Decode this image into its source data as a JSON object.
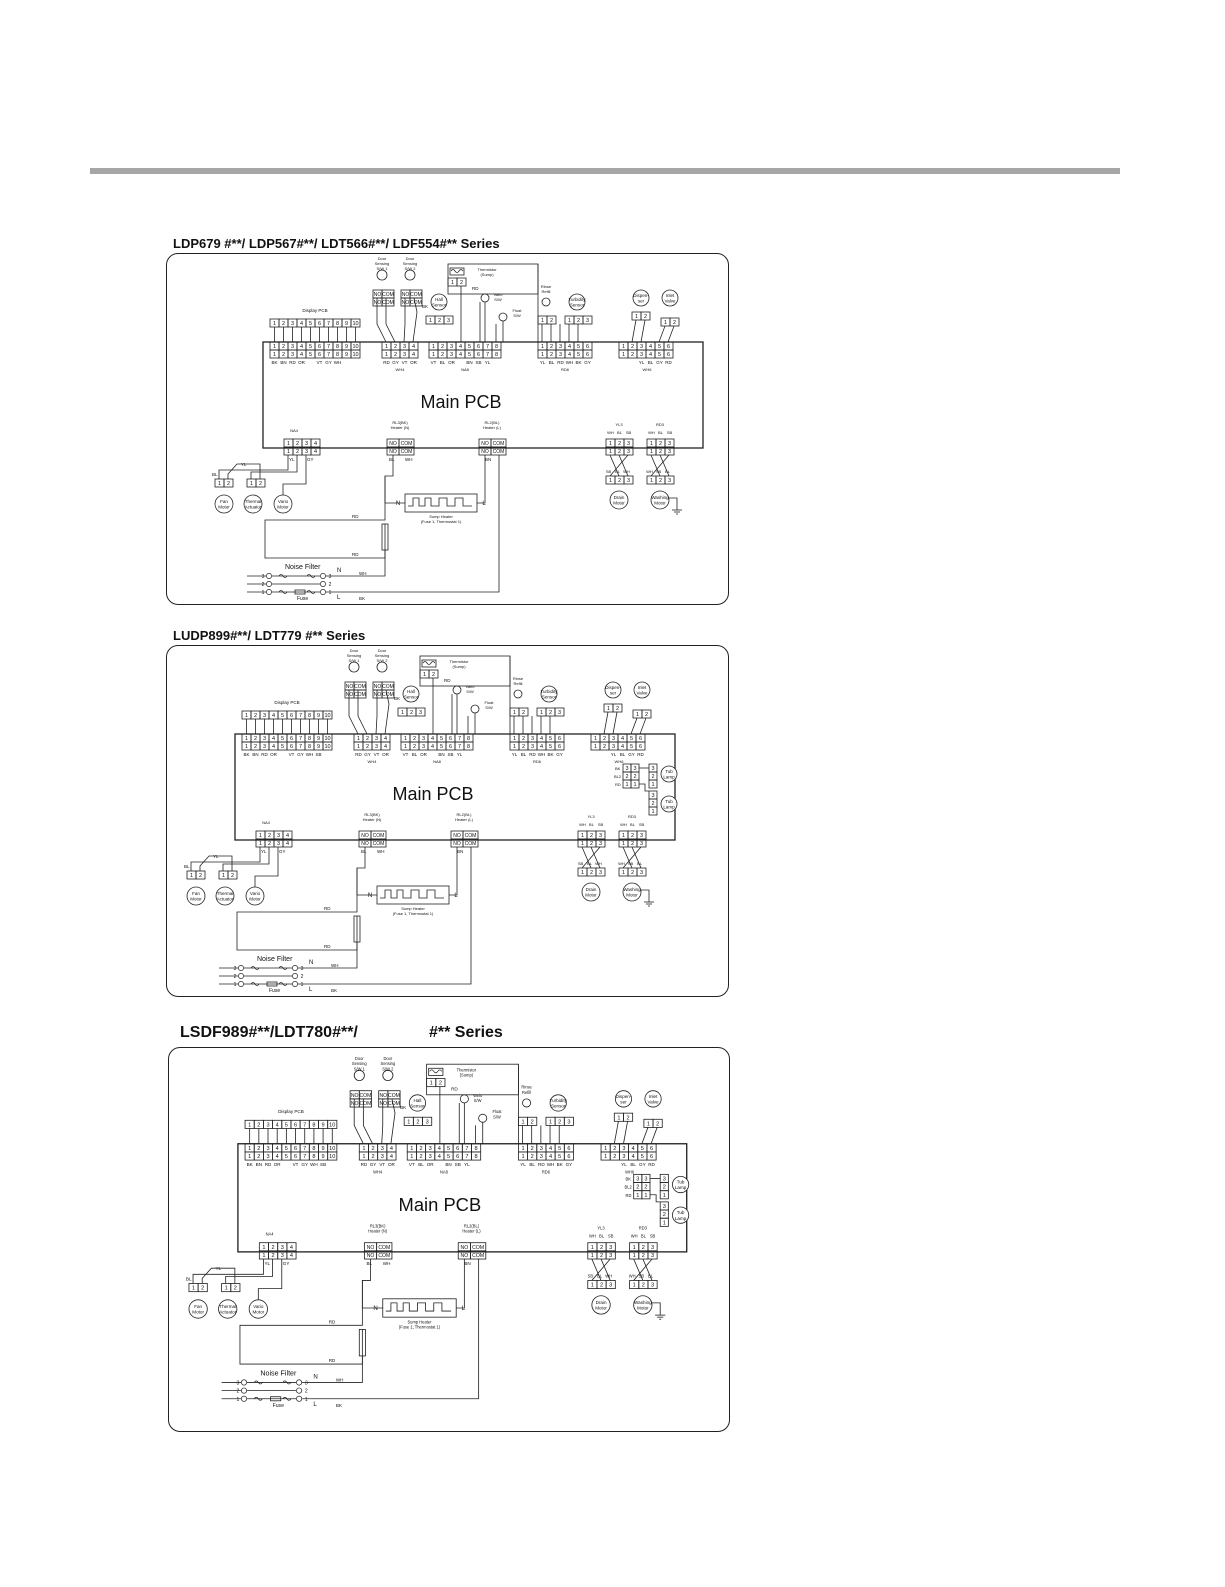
{
  "titles": [
    "LDP679 #**/ LDP567#**/ LDT566#**/ LDF554#** Series",
    "LUDP899#**/ LDT779 #** Series",
    "LSDF989#**/LDT780#**/                #** Series"
  ],
  "diagram": {
    "main_pcb": "Main PCB",
    "display_pcb": "Display PCB",
    "door_sw1": [
      "Door",
      "Sensing",
      "S/W 1"
    ],
    "door_sw2": [
      "Door",
      "Sensing",
      "S/W 2"
    ],
    "thermistor": [
      "Thermistor",
      "(Sump)"
    ],
    "hall_sensor": [
      "Hall",
      "Sensor"
    ],
    "vario_sw": [
      "Vario",
      "S/W"
    ],
    "float_sw": [
      "Float",
      "S/W"
    ],
    "rinse_refill": [
      "Rinse",
      "Refill"
    ],
    "turbidity": [
      "Turbidity",
      "Sensor"
    ],
    "dispenser": [
      "Dispen-",
      "ser"
    ],
    "inlet_valve": [
      "Inlet",
      "Valve"
    ],
    "fan_motor": [
      "Fan",
      "Motor"
    ],
    "thermal_actuator": [
      "Thermal",
      "Actuator"
    ],
    "vario_motor": [
      "Vario",
      "Motor"
    ],
    "drain_motor": [
      "Drain",
      "Motor"
    ],
    "washing_motor": [
      "Washing",
      "Motor"
    ],
    "tub_lamp": [
      "Tub",
      "Lamp"
    ],
    "sump_heater": [
      "Sump Heater",
      "(Fuse 1, Thermostat 1)"
    ],
    "noise_filter": "Noise Filter",
    "fuse": "Fuse",
    "connectors": {
      "wh4": "WH4",
      "na8": "NA8",
      "rd6": "RD6",
      "wh6": "WH6",
      "na4": "NA4",
      "yl3": "YL3",
      "rd3": "RD3",
      "rl3": "RL3(BK)",
      "rl2": "RL2(BL)",
      "heater_n": "Heater (N)",
      "heater_l": "Heater (L)",
      "bl2": "BL2"
    },
    "relay": {
      "no": "NO",
      "com": "COM"
    },
    "letters": {
      "n": "N",
      "l": "L"
    },
    "wires": {
      "display_top": [
        "BK",
        "BN",
        "RD",
        "OR",
        "",
        "VT",
        "GY",
        "WH",
        ""
      ],
      "display_top_sb": [
        "BK",
        "BN",
        "RD",
        "OR",
        "",
        "VT",
        "GY",
        "WH",
        "SB"
      ],
      "wh4": [
        "RD",
        "GY",
        "VT",
        "OR"
      ],
      "na8": [
        "VT",
        "BL",
        "OR",
        "",
        "BN",
        "SB",
        "YL"
      ],
      "rd6": [
        "YL",
        "BL",
        "RD",
        "WH",
        "BK",
        "GY"
      ],
      "wh6": [
        "YL",
        "BL",
        "GY",
        "RD"
      ],
      "yl3": [
        "WH",
        "BL",
        "SB"
      ],
      "rd3": [
        "WH",
        "BL",
        "SB"
      ],
      "misc": {
        "rd": "RD",
        "bk": "BK",
        "wh": "WH",
        "bl": "BL",
        "yl": "YL",
        "gy": "GY",
        "bn": "BN",
        "sb": "SB"
      }
    }
  }
}
